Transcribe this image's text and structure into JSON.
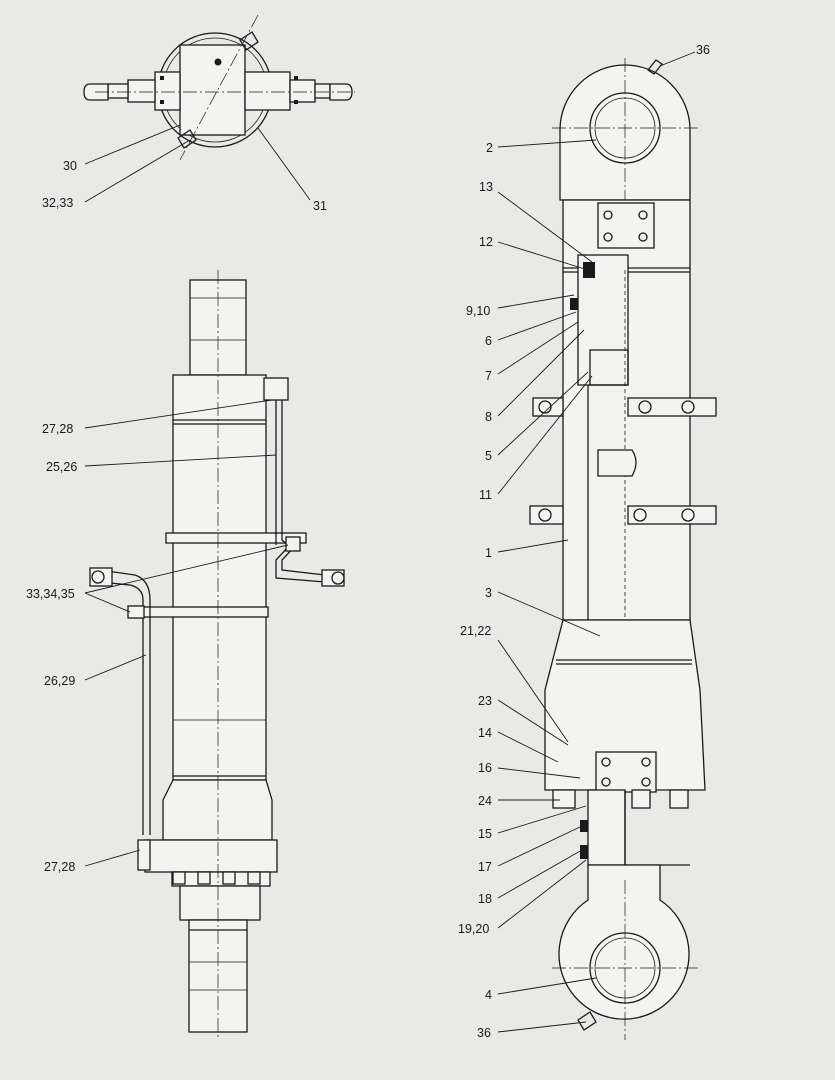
{
  "callouts": {
    "c30": "30",
    "c3233": "32,33",
    "c31": "31",
    "c2728a": "27,28",
    "c2526": "25,26",
    "c333435": "33,34,35",
    "c2629": "26,29",
    "c2728b": "27,28",
    "c36top": "36",
    "c2": "2",
    "c13": "13",
    "c12": "12",
    "c910": "9,10",
    "c6": "6",
    "c7": "7",
    "c8": "8",
    "c5": "5",
    "c11": "11",
    "c1": "1",
    "c3": "3",
    "c2122": "21,22",
    "c23": "23",
    "c14": "14",
    "c16": "16",
    "c24": "24",
    "c15": "15",
    "c17": "17",
    "c18": "18",
    "c1920": "19,20",
    "c4": "4",
    "c36bot": "36"
  }
}
